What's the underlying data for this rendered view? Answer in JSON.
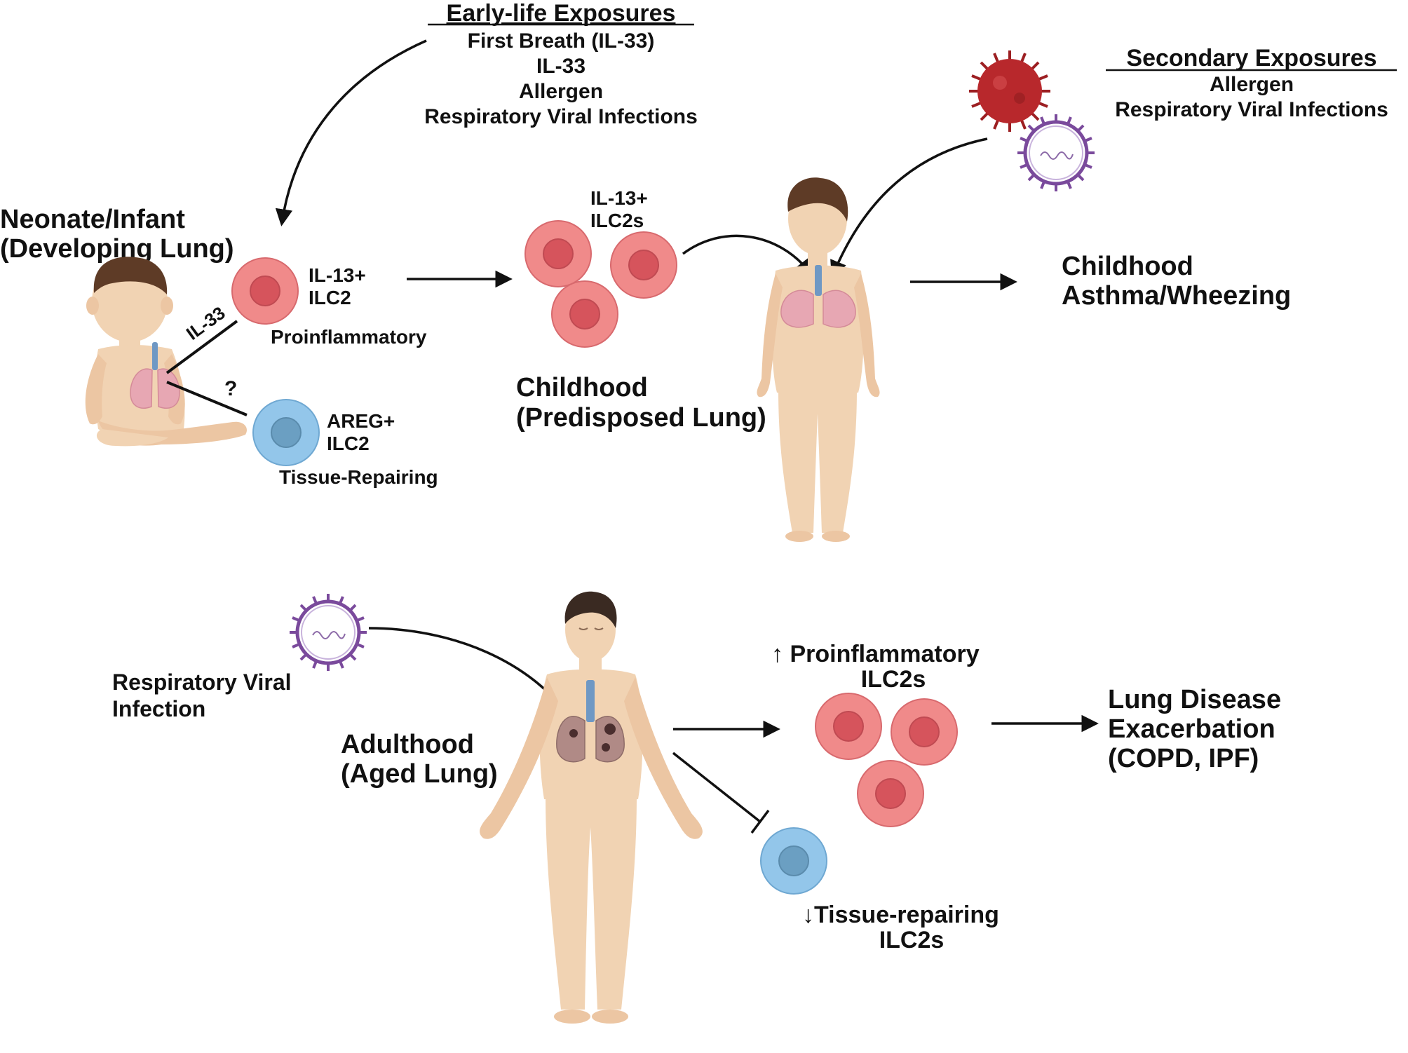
{
  "early_exposures": {
    "title": "Early-life Exposures",
    "items": [
      "First Breath (IL-33)",
      "IL-33",
      "Allergen",
      "Respiratory Viral Infections"
    ]
  },
  "secondary_exposures": {
    "title": "Secondary Exposures",
    "items": [
      "Allergen",
      "Respiratory Viral Infections"
    ]
  },
  "neonate": {
    "title_line1": "Neonate/Infant",
    "title_line2": "(Developing Lung)",
    "il33_label": "IL-33",
    "question": "?",
    "il13_cell_line1": "IL-13+",
    "il13_cell_line2": "ILC2",
    "il13_cell_caption": "Proinflammatory",
    "areg_cell_line1": "AREG+",
    "areg_cell_line2": "ILC2",
    "areg_cell_caption": "Tissue-Repairing"
  },
  "childhood": {
    "cells_label_line1": "IL-13+",
    "cells_label_line2": "ILC2s",
    "title_line1": "Childhood",
    "title_line2": "(Predisposed Lung)",
    "outcome_line1": "Childhood",
    "outcome_line2": "Asthma/Wheezing"
  },
  "adulthood": {
    "virus_label_line1": "Respiratory Viral",
    "virus_label_line2": "Infection",
    "title_line1": "Adulthood",
    "title_line2": "(Aged Lung)",
    "pro_label_line1": "↑ Proinflammatory",
    "pro_label_line2": "ILC2s",
    "repair_label_line1": "↓Tissue-repairing",
    "repair_label_line2": "ILC2s",
    "outcome_line1": "Lung Disease",
    "outcome_line2": "Exacerbation",
    "outcome_line3": "(COPD, IPF)"
  },
  "colors": {
    "pro_cell": "#f08a8a",
    "pro_nucleus": "#d6545c",
    "repair_cell": "#93c6ea",
    "repair_nucleus": "#6b9fc2",
    "skin": "#f1d3b3",
    "hair": "#5e3b26",
    "lung": "#e7a7b3",
    "allergen": "#b8282c",
    "virus": "#7a4a9c"
  }
}
